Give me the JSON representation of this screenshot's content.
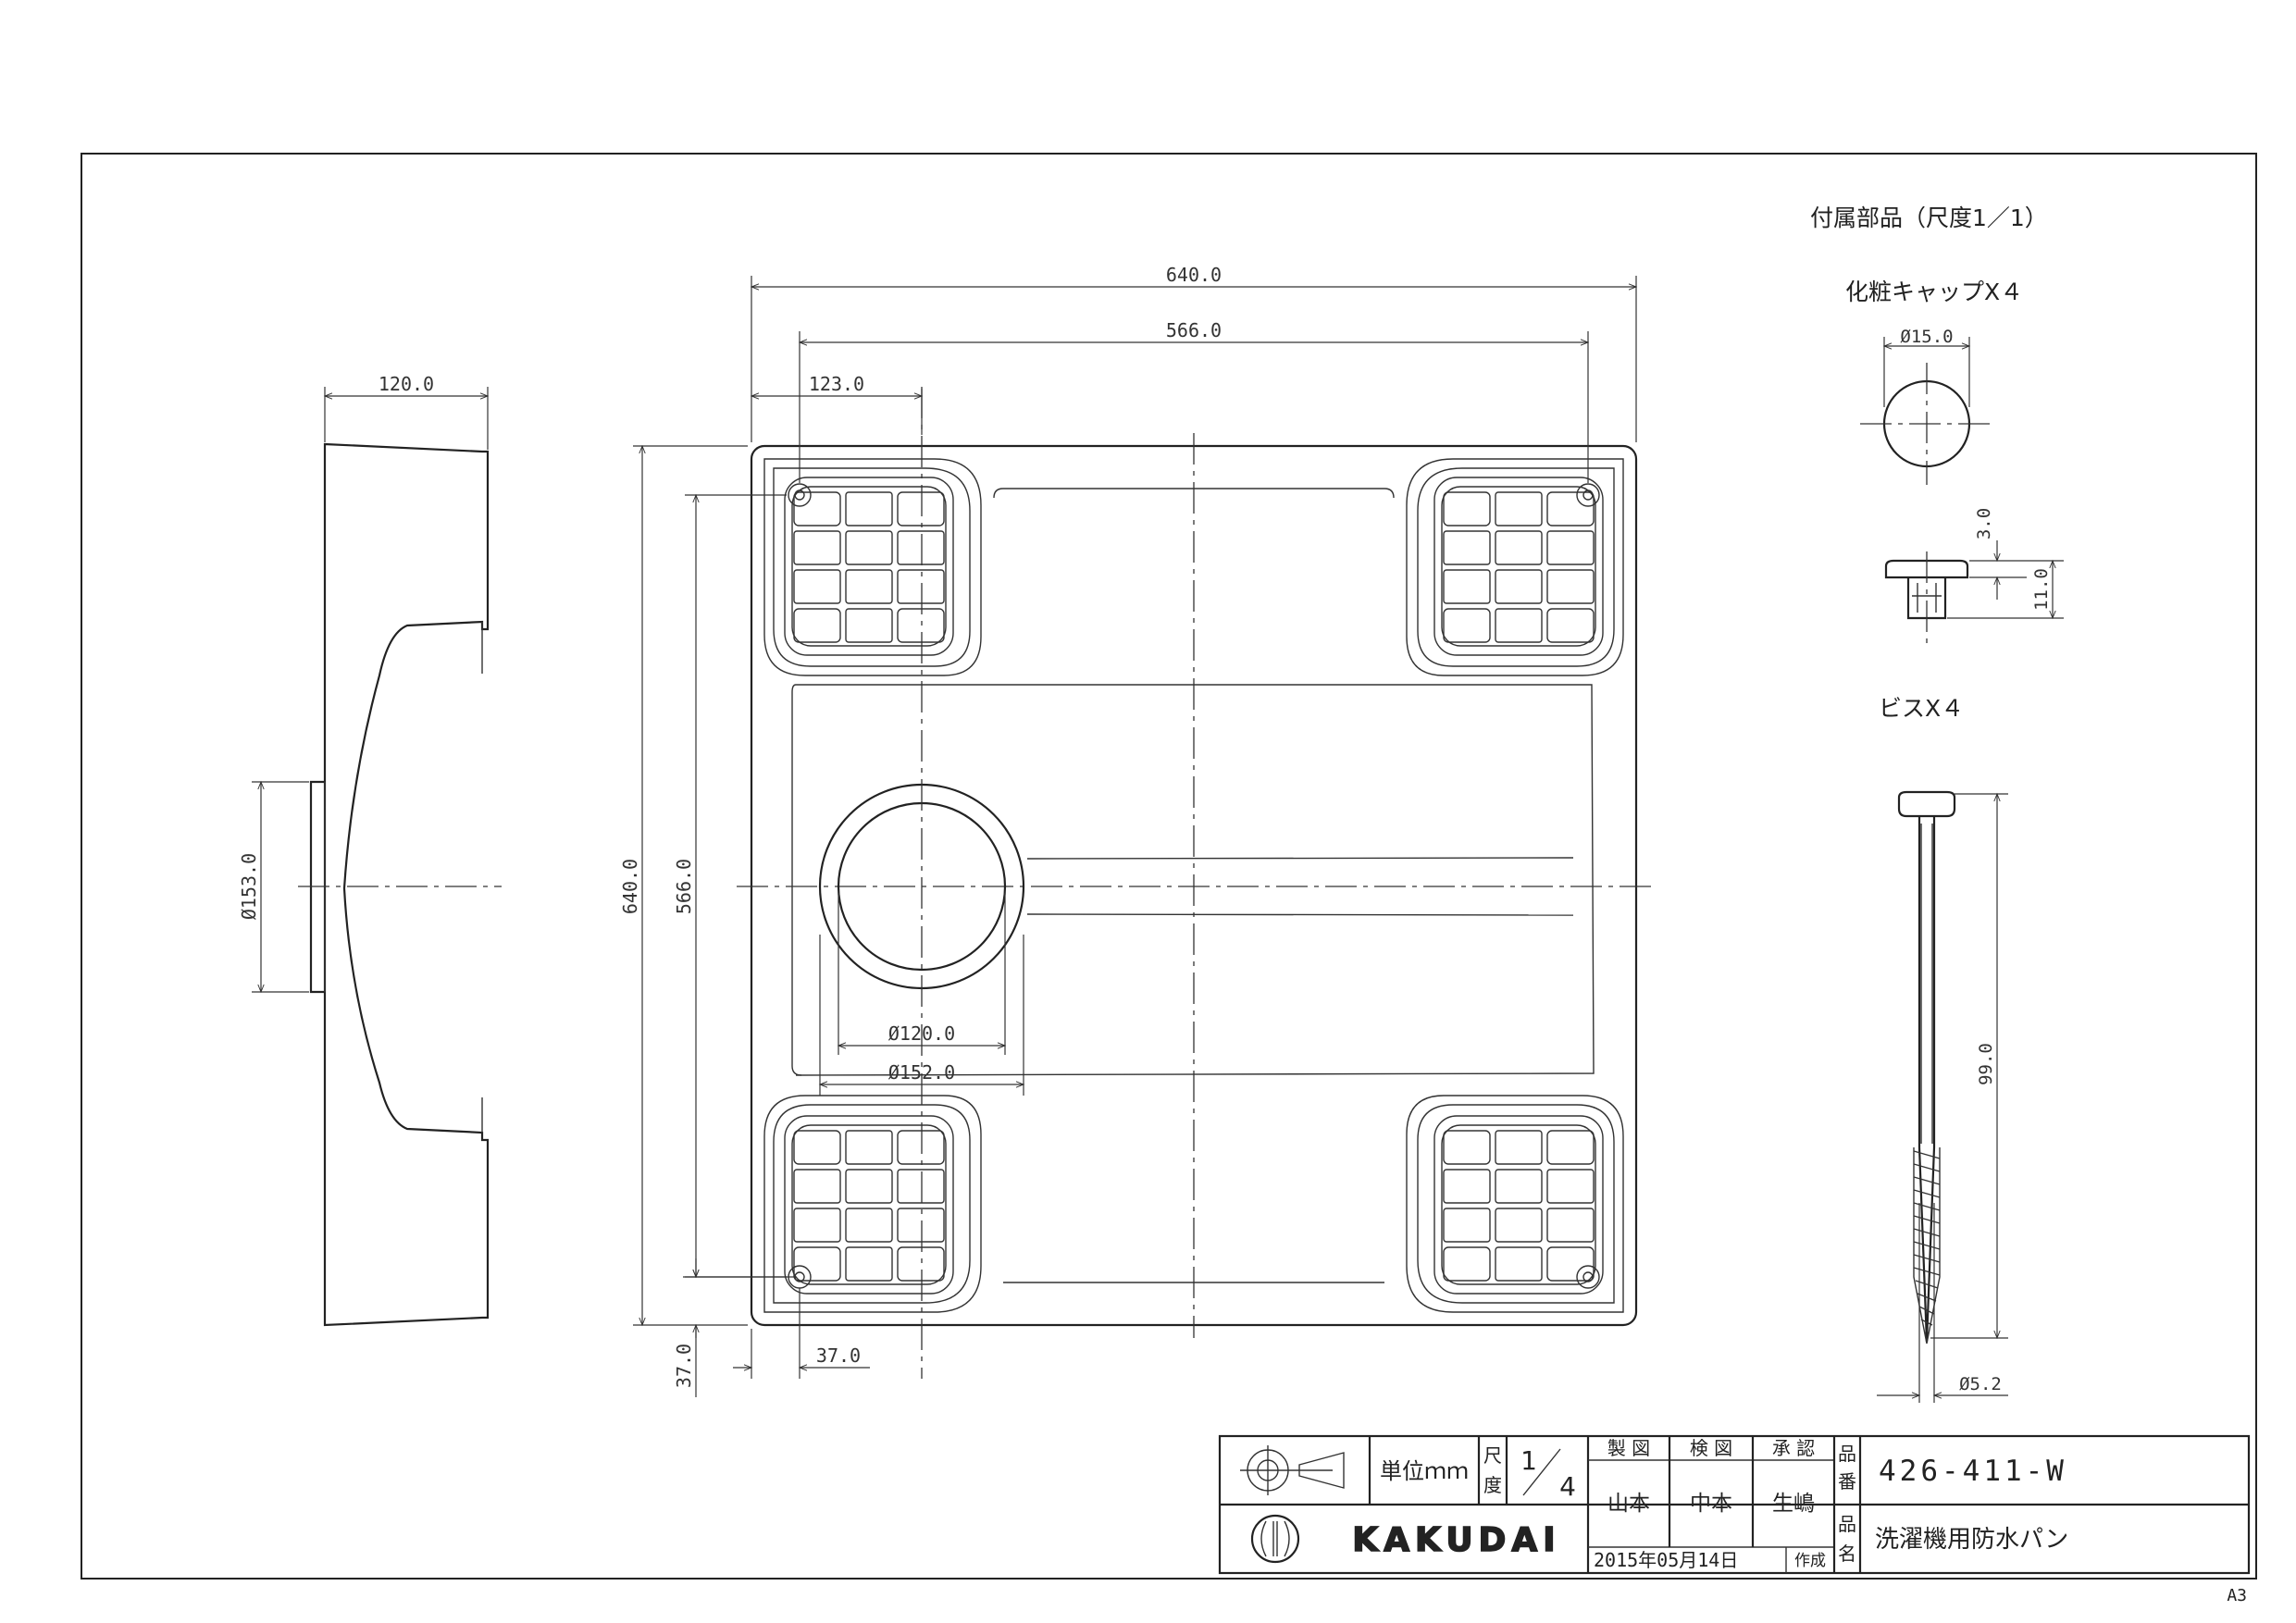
{
  "accessories": {
    "title": "付属部品（尺度1／1）",
    "cap_title": "化粧キャップX４",
    "cap_diameter": "Ø15.0",
    "cap_height": "3.0",
    "cap_total": "11.0",
    "screw_title": "ビスX４",
    "screw_length": "99.0",
    "screw_diameter": "Ø5.2"
  },
  "dimensions": {
    "side_width": "120.0",
    "side_diameter": "Ø153.0",
    "top_width": "640.0",
    "top_inner": "566.0",
    "offset_x": "123.0",
    "height_total": "640.0",
    "height_inner": "566.0",
    "drain_inner": "Ø120.0",
    "drain_outer": "Ø152.0",
    "corner_x": "37.0",
    "corner_y": "37.0"
  },
  "title_block": {
    "unit_label": "単位ｍｍ",
    "scale_label_1": "尺",
    "scale_label_2": "度",
    "scale_num": "1",
    "scale_den": "4",
    "drawn_label": "製 図",
    "checked_label": "検 図",
    "approved_label": "承 認",
    "drawn_by": "山本",
    "checked_by": "中本",
    "approved_by": "生嶋",
    "part_no_label_1": "品",
    "part_no_label_2": "番",
    "part_name_label_1": "品",
    "part_name_label_2": "名",
    "part_no": "426-411-W",
    "part_name": "洗濯機用防水パン",
    "date": "2015年05月14日",
    "date_suffix": "作成",
    "company": "KAKUDAI"
  },
  "sheet_size": "A3"
}
